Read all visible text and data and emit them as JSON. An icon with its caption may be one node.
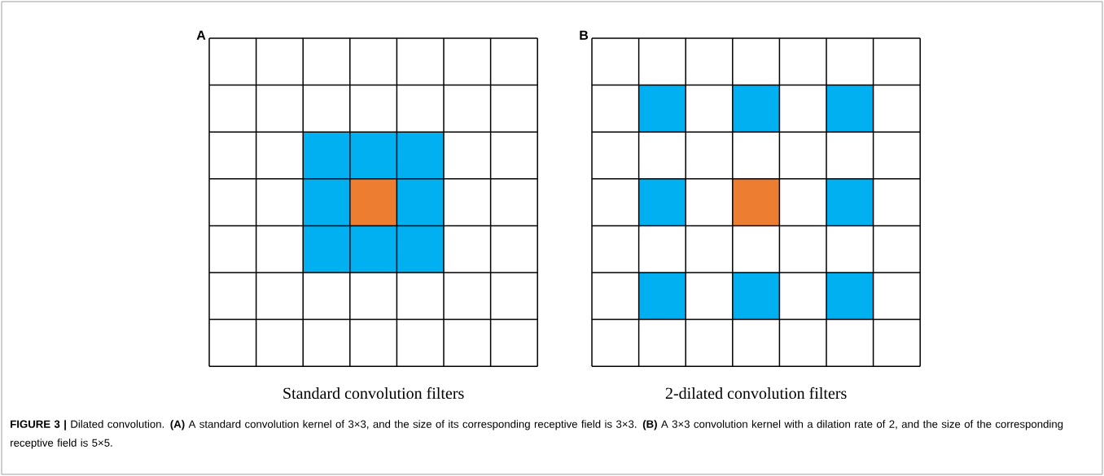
{
  "diagram": {
    "caption": "**FIGURE 3 |** Dilated convolution. **(A)** A standard convolution kernel of 3×3, and the size of its corresponding receptive field is 3×3. **(B)** A 3×3 convolution kernel with a dilation rate of 2, and the size of the corresponding receptive field is 5×5.",
    "labels": [
      "A",
      "Standard convolution filters",
      "B",
      "2-dilated convolution filters"
    ]
  }
}
